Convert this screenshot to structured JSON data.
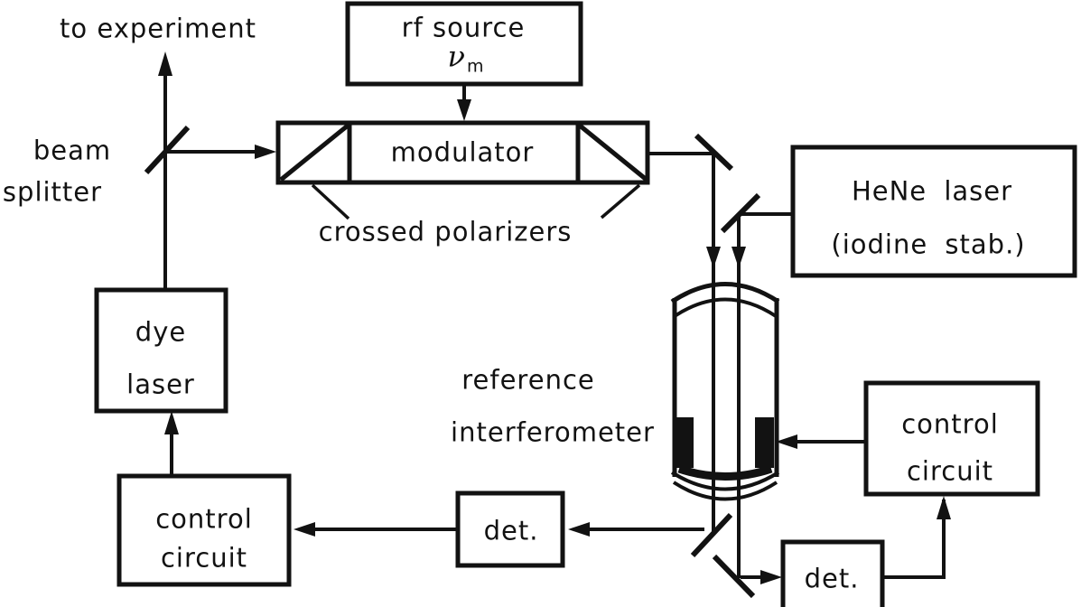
{
  "colors": {
    "ink": "#121212",
    "background": "#ffffff"
  },
  "labels": {
    "to_experiment": "to experiment",
    "beam_splitter_line1": "beam",
    "beam_splitter_line2": "splitter",
    "crossed_polarizers": "crossed polarizers",
    "reference_interferometer_line1": "reference",
    "reference_interferometer_line2": "interferometer"
  },
  "boxes": {
    "rf_source": {
      "title": "rf source",
      "nu": "ν",
      "nu_sub": "m"
    },
    "modulator": {
      "label": "modulator"
    },
    "hene_laser": {
      "line1": "HeNe laser",
      "line2": "(iodine stab.)"
    },
    "dye_laser": {
      "line1": "dye",
      "line2": "laser"
    },
    "control_circuit_left": {
      "line1": "control",
      "line2": "circuit"
    },
    "detector_left": {
      "label": "det."
    },
    "control_circuit_right": {
      "line1": "control",
      "line2": "circuit"
    },
    "detector_right": {
      "label": "det."
    }
  }
}
